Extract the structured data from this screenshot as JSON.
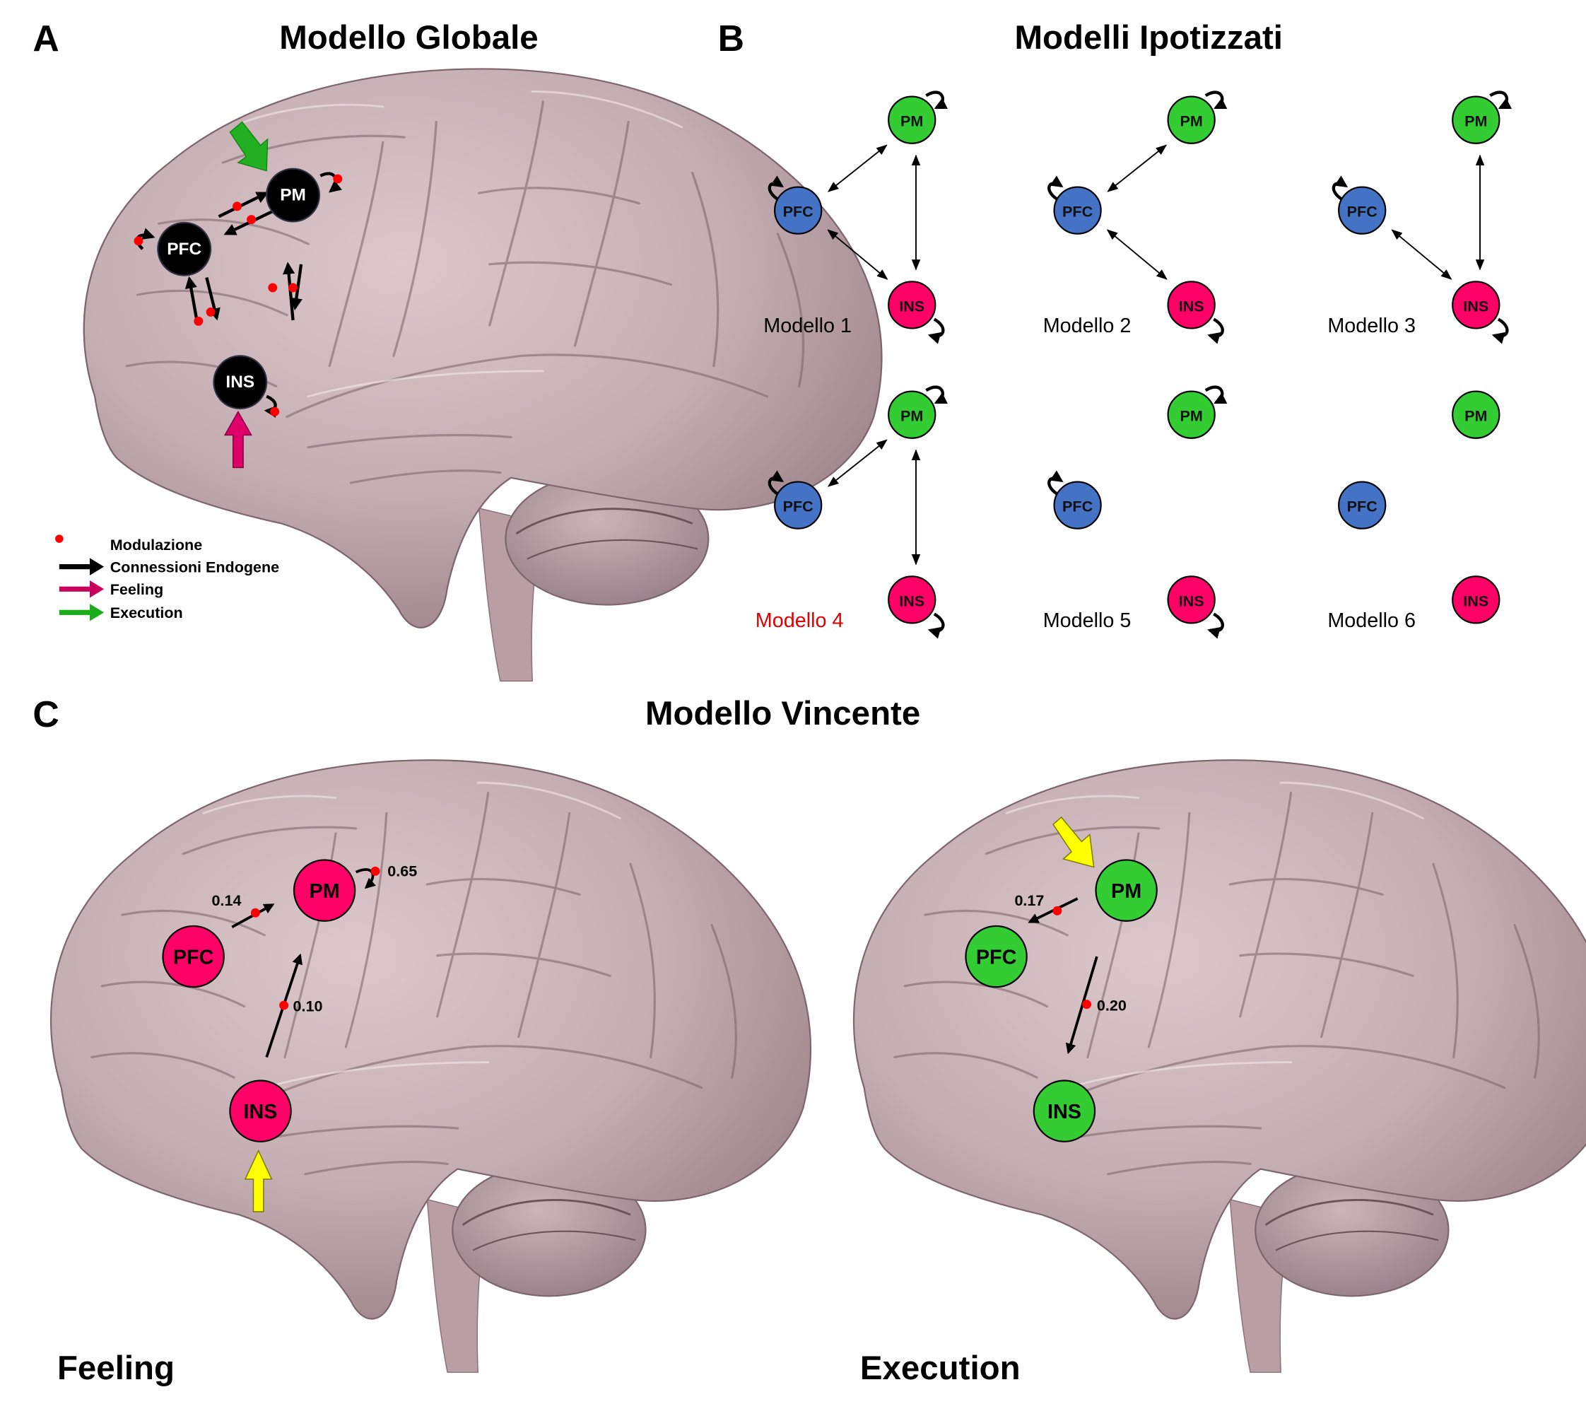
{
  "colors": {
    "brain": "#c9b3b8",
    "brain_shade": "#a88f95",
    "brain_edge": "#7d656b",
    "node_black": "#000000",
    "node_green": "#33cc33",
    "node_blue": "#4472c4",
    "node_pink": "#ff0066",
    "modulation": "#ff0000",
    "endogenous": "#000000",
    "feeling_arrow": "#d6005f",
    "execution_arrow": "#22b022",
    "input_arrow": "#ffff00",
    "winning_model_label": "#e00000"
  },
  "panel_a": {
    "letter": "A",
    "title": "Modello Globale",
    "nodes": [
      {
        "id": "PFC",
        "label": "PFC"
      },
      {
        "id": "PM",
        "label": "PM"
      },
      {
        "id": "INS",
        "label": "INS"
      }
    ],
    "legend": [
      {
        "symbol": "red-dot",
        "label": "Modulazione"
      },
      {
        "symbol": "black-arrow",
        "label": "Connessioni Endogene"
      },
      {
        "symbol": "magenta-arrow",
        "label": "Feeling"
      },
      {
        "symbol": "green-arrow",
        "label": "Execution"
      }
    ]
  },
  "panel_b": {
    "letter": "B",
    "title": "Modelli Ipotizzati",
    "models": [
      {
        "label": "Modello 1",
        "highlight": false,
        "self_loops": [
          "PM",
          "PFC",
          "INS"
        ],
        "connections": [
          [
            "PFC",
            "PM"
          ],
          [
            "PM",
            "PFC"
          ],
          [
            "PM",
            "INS"
          ],
          [
            "INS",
            "PM"
          ],
          [
            "PFC",
            "INS"
          ],
          [
            "INS",
            "PFC"
          ]
        ]
      },
      {
        "label": "Modello 2",
        "highlight": false,
        "self_loops": [
          "PM",
          "PFC",
          "INS"
        ],
        "connections": [
          [
            "PFC",
            "PM"
          ],
          [
            "PM",
            "PFC"
          ],
          [
            "PFC",
            "INS"
          ],
          [
            "INS",
            "PFC"
          ]
        ]
      },
      {
        "label": "Modello 3",
        "highlight": false,
        "self_loops": [
          "PM",
          "PFC",
          "INS"
        ],
        "connections": [
          [
            "PM",
            "INS"
          ],
          [
            "INS",
            "PM"
          ],
          [
            "PFC",
            "INS"
          ],
          [
            "INS",
            "PFC"
          ]
        ]
      },
      {
        "label": "Modello 4",
        "highlight": true,
        "self_loops": [
          "PM",
          "PFC",
          "INS"
        ],
        "connections": [
          [
            "PFC",
            "PM"
          ],
          [
            "PM",
            "PFC"
          ],
          [
            "PM",
            "INS"
          ],
          [
            "INS",
            "PM"
          ]
        ]
      },
      {
        "label": "Modello 5",
        "highlight": false,
        "self_loops": [
          "PM",
          "PFC",
          "INS"
        ],
        "connections": []
      },
      {
        "label": "Modello 6",
        "highlight": false,
        "self_loops": [],
        "connections": []
      }
    ],
    "node_labels": {
      "PM": "PM",
      "PFC": "PFC",
      "INS": "INS"
    }
  },
  "panel_c": {
    "letter": "C",
    "title": "Modello Vincente",
    "conditions": [
      {
        "label": "Feeling",
        "nodes": {
          "PFC": "PFC",
          "PM": "PM",
          "INS": "INS"
        },
        "input_region": "INS",
        "connections": [
          {
            "from": "PFC",
            "to": "PM",
            "value": "0.14"
          },
          {
            "from": "INS",
            "to": "PM",
            "value": "0.10"
          },
          {
            "from": "PM",
            "to": "PM",
            "value": "0.65"
          }
        ]
      },
      {
        "label": "Execution",
        "nodes": {
          "PFC": "PFC",
          "PM": "PM",
          "INS": "INS"
        },
        "input_region": "PM",
        "connections": [
          {
            "from": "PM",
            "to": "PFC",
            "value": "0.17"
          },
          {
            "from": "PM",
            "to": "INS",
            "value": "0.20"
          }
        ]
      }
    ]
  }
}
